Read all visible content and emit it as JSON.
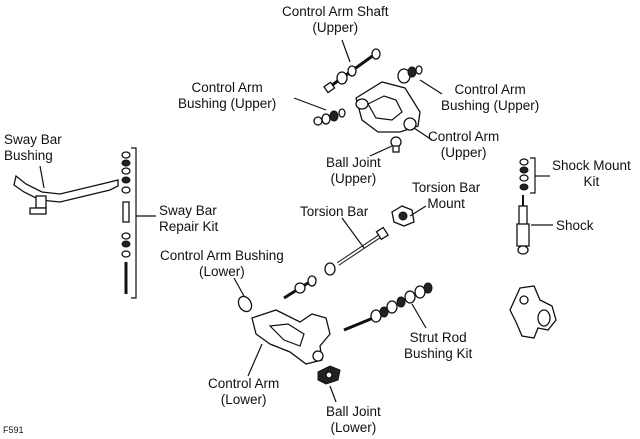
{
  "labels": {
    "control_arm_shaft_upper": [
      "Control Arm Shaft",
      "(Upper)"
    ],
    "control_arm_bushing_upper_left": [
      "Control Arm",
      "Bushing (Upper)"
    ],
    "control_arm_bushing_upper_right": [
      "Control Arm",
      "Bushing (Upper)"
    ],
    "control_arm_upper": [
      "Control Arm",
      "(Upper)"
    ],
    "ball_joint_upper": [
      "Ball Joint",
      "(Upper)"
    ],
    "sway_bar_bushing": [
      "Sway Bar",
      "Bushing"
    ],
    "sway_bar_repair_kit": [
      "Sway Bar",
      "Repair Kit"
    ],
    "torsion_bar": [
      "Torsion Bar"
    ],
    "torsion_bar_mount": [
      "Torsion Bar",
      "Mount"
    ],
    "shock_mount_kit": [
      "Shock Mount",
      "Kit"
    ],
    "shock": [
      "Shock"
    ],
    "control_arm_bushing_lower": [
      "Control Arm Bushing",
      "(Lower)"
    ],
    "strut_rod_bushing_kit": [
      "Strut Rod",
      "Bushing Kit"
    ],
    "control_arm_lower": [
      "Control Arm",
      "(Lower)"
    ],
    "ball_joint_lower": [
      "Ball Joint",
      "(Lower)"
    ]
  },
  "figure_code": "F591"
}
